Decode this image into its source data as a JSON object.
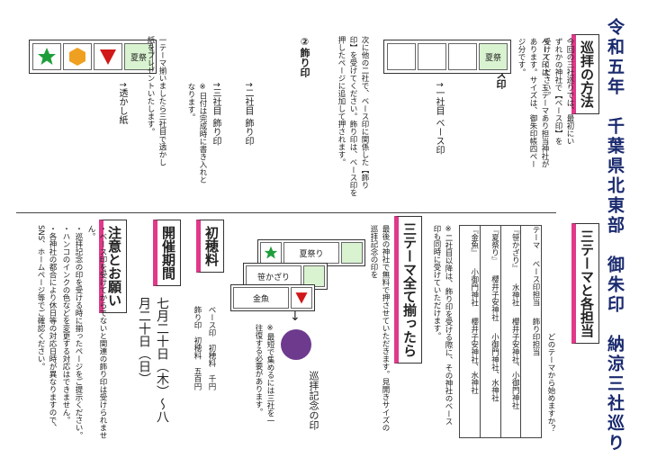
{
  "title": "令和五年　千葉県北東部　御朱印　納涼三社巡り",
  "sections": {
    "method": {
      "heading": "巡拝の方法",
      "intro": "今回の三社巡りでは、最初にいずれかの神社で【ベース印】を受けてください。",
      "note": "ベース印は、三テーマあり担当神社があります。サイズは、御朱印帳四ページ分です。",
      "step1_title": "①ベース印",
      "step1_arrow": "↑一社目 ベース印",
      "step2_text": "次に他の二社で、ベース印に関係した【飾り印】を受けてください。飾り印は、ベース印を押したページに追加して押されます。",
      "step2_title": "②飾り印",
      "arrow_2": "↑二社目 飾り印",
      "arrow_3": "↑三社目 飾り印",
      "date_note": "※日付は完成時に書き入れとなります。",
      "gift": "一テーマ揃いましたら三社目で透かし紙をプレゼントいたします。",
      "arrow_gift": "↑透かし紙"
    },
    "themes": {
      "heading": "三テーマと各担当",
      "question": "どのテーマから始めますか？",
      "table_headers": [
        "テーマ",
        "ベース印担当",
        "飾り印担当"
      ],
      "rows": [
        [
          "『笹かざり』",
          "水神社",
          "櫻井子安神社、小御門神社"
        ],
        [
          "『夏祭り』",
          "櫻井子安神社",
          "小御門神社、水神社"
        ],
        [
          "『金魚』",
          "小御門神社",
          "櫻井子安神社、水神社"
        ]
      ],
      "note": "※二社目以降は、飾り印を受ける際に、その神社のベース印も同時に受けていただけます。"
    },
    "complete": {
      "heading": "三テーマ全て揃ったら",
      "text": "最後の神社で無料で押させていただきます。見開きサイズの巡拝記念の印を",
      "labels": [
        "夏祭り",
        "笹かざり",
        "金魚"
      ],
      "arrow": "↓",
      "memorial": "巡拝記念の印",
      "note": "※最短で集めるには三社を一往復する必要があります。"
    },
    "fee": {
      "heading": "初穂料",
      "base": "ベース印　初穂料　千円",
      "deco": "飾り印　初穂料　五百円"
    },
    "period": {
      "heading": "開催期間",
      "dates": "七月二十日（木）〜八月二十日（日）"
    },
    "notice": {
      "heading": "注意とお願い",
      "items": [
        "・ベース印を受けてからでないと関連の飾り印は受けられません。",
        "・巡拝記念の印を受ける時に揃ったページをご提示ください。",
        "・ハンコのインクの色などを変更する対応はできません。",
        "・各神社の都合により休日等の対応日時が異なりますので、SNS、ホームページ等でご確認ください。"
      ]
    }
  },
  "stamp_labels": {
    "summer": "夏祭"
  },
  "colors": {
    "accent": "#e0398a",
    "title": "#1a2a6e",
    "star": "#1e9e3a",
    "hex": "#f0a020",
    "tri": "#d01818",
    "memorial": "#6e3a8e"
  }
}
